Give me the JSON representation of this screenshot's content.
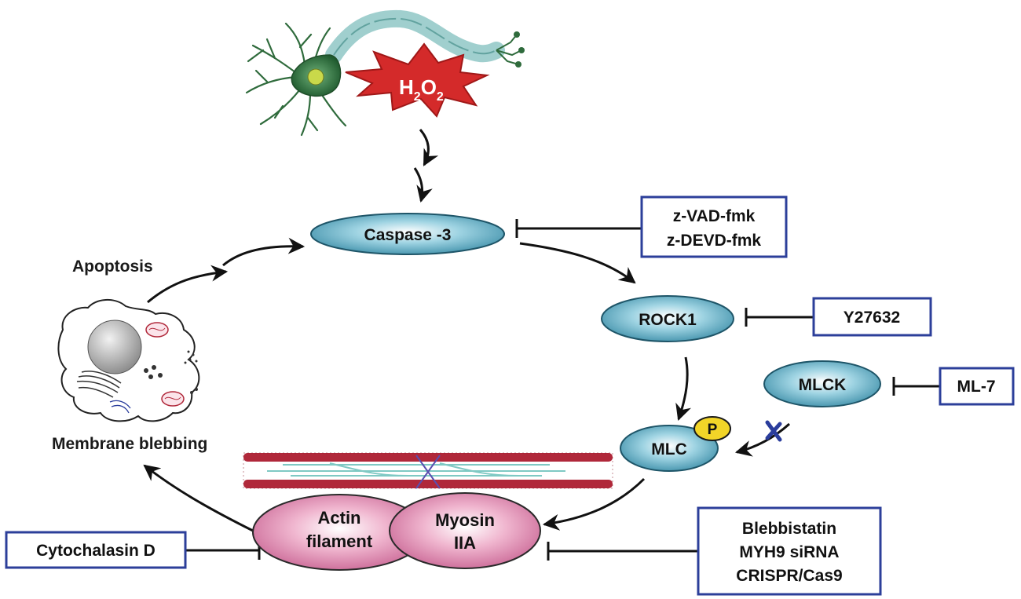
{
  "stimulus": {
    "label_main": "H",
    "sub1": "2",
    "label_mid": "O",
    "sub2": "2"
  },
  "nodes": {
    "caspase3": "Caspase -3",
    "rock1": "ROCK1",
    "mlck": "MLCK",
    "mlc": "MLC",
    "phospho": "P",
    "actin_line1": "Actin",
    "actin_line2": "filament",
    "myosin_line1": "Myosin",
    "myosin_line2": "IIA"
  },
  "inhibitors": {
    "caspase": [
      "z-VAD-fmk",
      "z-DEVD-fmk"
    ],
    "rock": "Y27632",
    "mlck": "ML-7",
    "actin": "Cytochalasin D",
    "myosin": [
      "Blebbistatin",
      "MYH9 siRNA",
      "CRISPR/Cas9"
    ]
  },
  "labels": {
    "apoptosis": "Apoptosis",
    "membrane_blebbing": "Membrane blebbing"
  },
  "colors": {
    "node_teal": "#3d8ea8",
    "node_pink": "#cc6f98",
    "inhibitor_border": "#2c3f9a",
    "h2o2_red": "#d42a2a",
    "phospho_yellow": "#f2d528",
    "neuron_green": "#2f6b3c"
  }
}
